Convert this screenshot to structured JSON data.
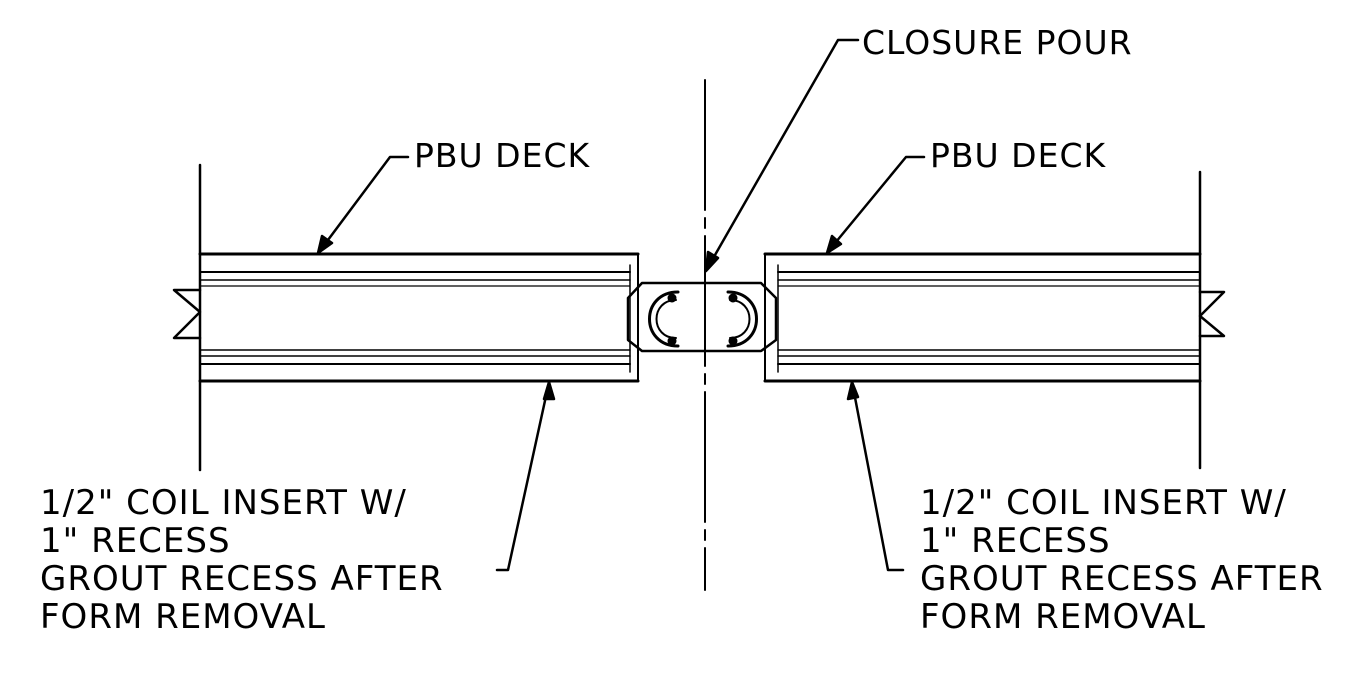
{
  "labels": {
    "closure_pour": "CLOSURE POUR",
    "pbu_deck_left": "PBU DECK",
    "pbu_deck_right": "PBU DECK"
  },
  "notes": {
    "left": [
      "1/2\" COIL INSERT W/",
      "1\" RECESS",
      "GROUT RECESS AFTER",
      "FORM REMOVAL"
    ],
    "right": [
      "1/2\" COIL INSERT W/",
      "1\" RECESS",
      "GROUT RECESS AFTER",
      "FORM REMOVAL"
    ]
  },
  "colors": {
    "ink": "#000000",
    "paper": "#ffffff"
  }
}
